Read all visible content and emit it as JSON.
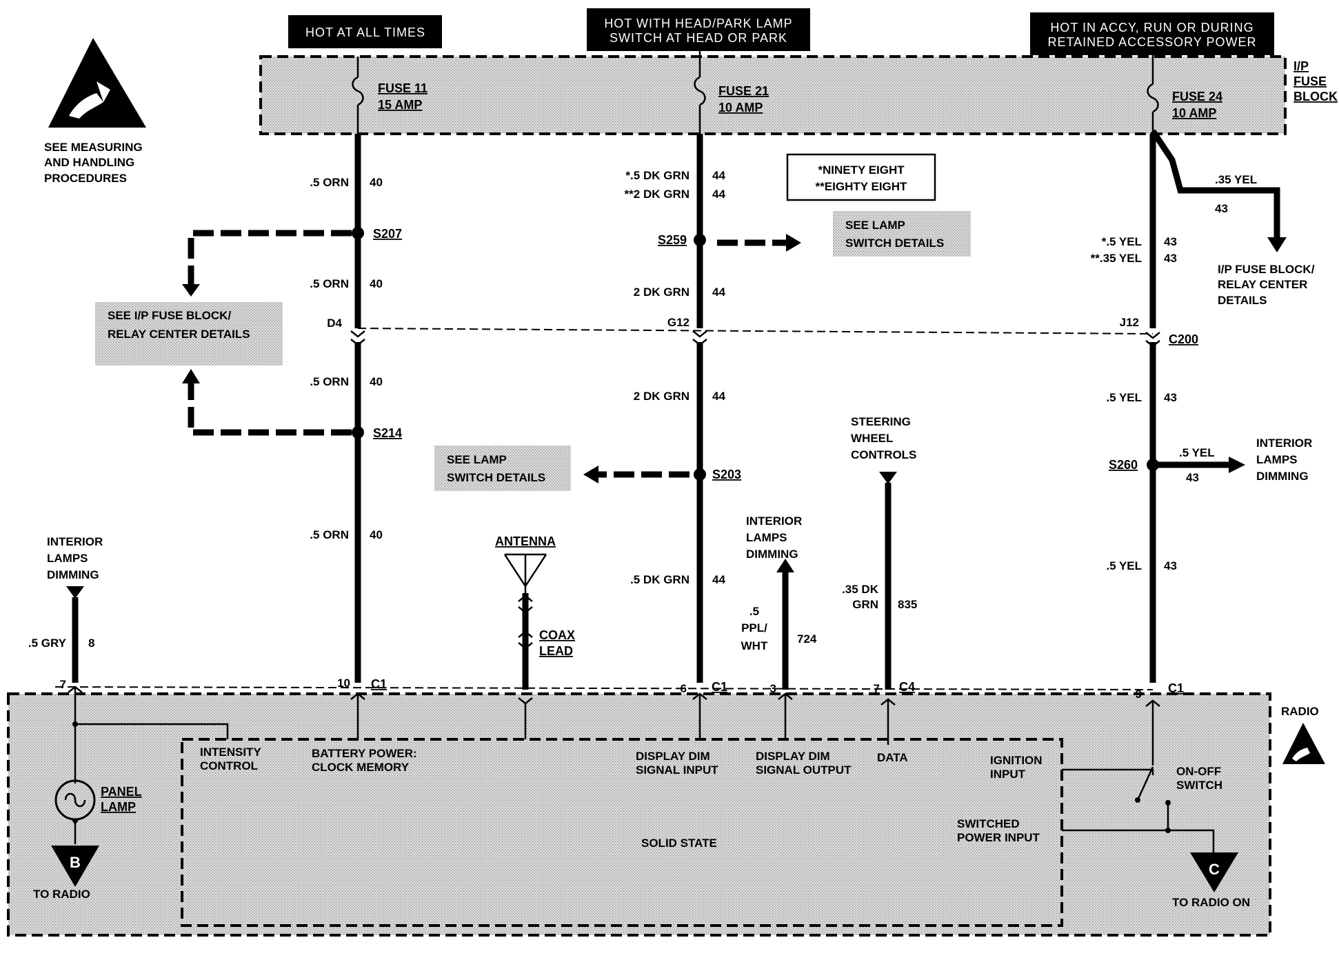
{
  "headers": {
    "hot_all_times": "HOT AT ALL TIMES",
    "hot_head_park_1": "HOT WITH HEAD/PARK LAMP",
    "hot_head_park_2": "SWITCH AT HEAD OR PARK",
    "hot_accy_1": "HOT IN ACCY, RUN OR DURING",
    "hot_accy_2": "RETAINED ACCESSORY POWER"
  },
  "esd_note": [
    "SEE MEASURING",
    "AND HANDLING",
    "PROCEDURES"
  ],
  "fuse_block": {
    "label": [
      "I/P",
      "FUSE",
      "BLOCK"
    ],
    "fuse11": [
      "FUSE 11",
      "15 AMP"
    ],
    "fuse21": [
      "FUSE 21",
      "10 AMP"
    ],
    "fuse24": [
      "FUSE 24",
      "10 AMP"
    ]
  },
  "legend": [
    "*NINETY EIGHT",
    "**EIGHTY EIGHT"
  ],
  "refs": {
    "lamp_switch": [
      "SEE LAMP",
      "SWITCH DETAILS"
    ],
    "fuse_relay": [
      "SEE I/P FUSE BLOCK/",
      "RELAY CENTER DETAILS"
    ],
    "fuse_relay_right": [
      "I/P FUSE BLOCK/",
      "RELAY CENTER",
      "DETAILS"
    ],
    "interior_lamps": [
      "INTERIOR",
      "LAMPS",
      "DIMMING"
    ],
    "steering": [
      "STEERING",
      "WHEEL",
      "CONTROLS"
    ]
  },
  "wires": {
    "orn": ".5 ORN",
    "c40": "40",
    "dkgrn_98": "*.5 DK GRN",
    "dkgrn_88": "**2 DK GRN",
    "c44": "44",
    "dkgrn2": "2 DK GRN",
    "dkgrn5": ".5 DK GRN",
    "yel35": ".35 YEL",
    "c43": "43",
    "yel_98": "*.5 YEL",
    "yel_88": "**.35 YEL",
    "yel5": ".5 YEL",
    "gry": ".5 GRY",
    "c8": "8",
    "ppl": [
      ".5",
      "PPL/",
      "WHT"
    ],
    "c724": "724",
    "dk35": [
      ".35 DK",
      "GRN"
    ],
    "c835": "835"
  },
  "splices": {
    "s207": "S207",
    "s214": "S214",
    "s259": "S259",
    "s203": "S203",
    "s260": "S260"
  },
  "connectors": {
    "d4": "D4",
    "g12": "G12",
    "j12": "J12",
    "c200": "C200",
    "c1": "C1",
    "c4": "C4",
    "p10": "10",
    "p6": "6",
    "p3": "3",
    "p7": "7",
    "p9": "9"
  },
  "antenna": {
    "label": "ANTENNA",
    "coax": [
      "COAX",
      "LEAD"
    ]
  },
  "radio": {
    "label": "RADIO",
    "intensity": [
      "INTENSITY",
      "CONTROL"
    ],
    "battery": [
      "BATTERY POWER:",
      "CLOCK MEMORY"
    ],
    "dim_in": [
      "DISPLAY DIM",
      "SIGNAL INPUT"
    ],
    "dim_out": [
      "DISPLAY DIM",
      "SIGNAL OUTPUT"
    ],
    "data": "DATA",
    "ignition": [
      "IGNITION",
      "INPUT"
    ],
    "switched": [
      "SWITCHED",
      "POWER INPUT"
    ],
    "onoff": [
      "ON-OFF",
      "SWITCH"
    ],
    "solid_state": "SOLID STATE",
    "panel_lamp": [
      "PANEL",
      "LAMP"
    ],
    "b": "B",
    "to_radio": "TO RADIO",
    "c": "C",
    "to_radio_on": "TO RADIO ON"
  }
}
